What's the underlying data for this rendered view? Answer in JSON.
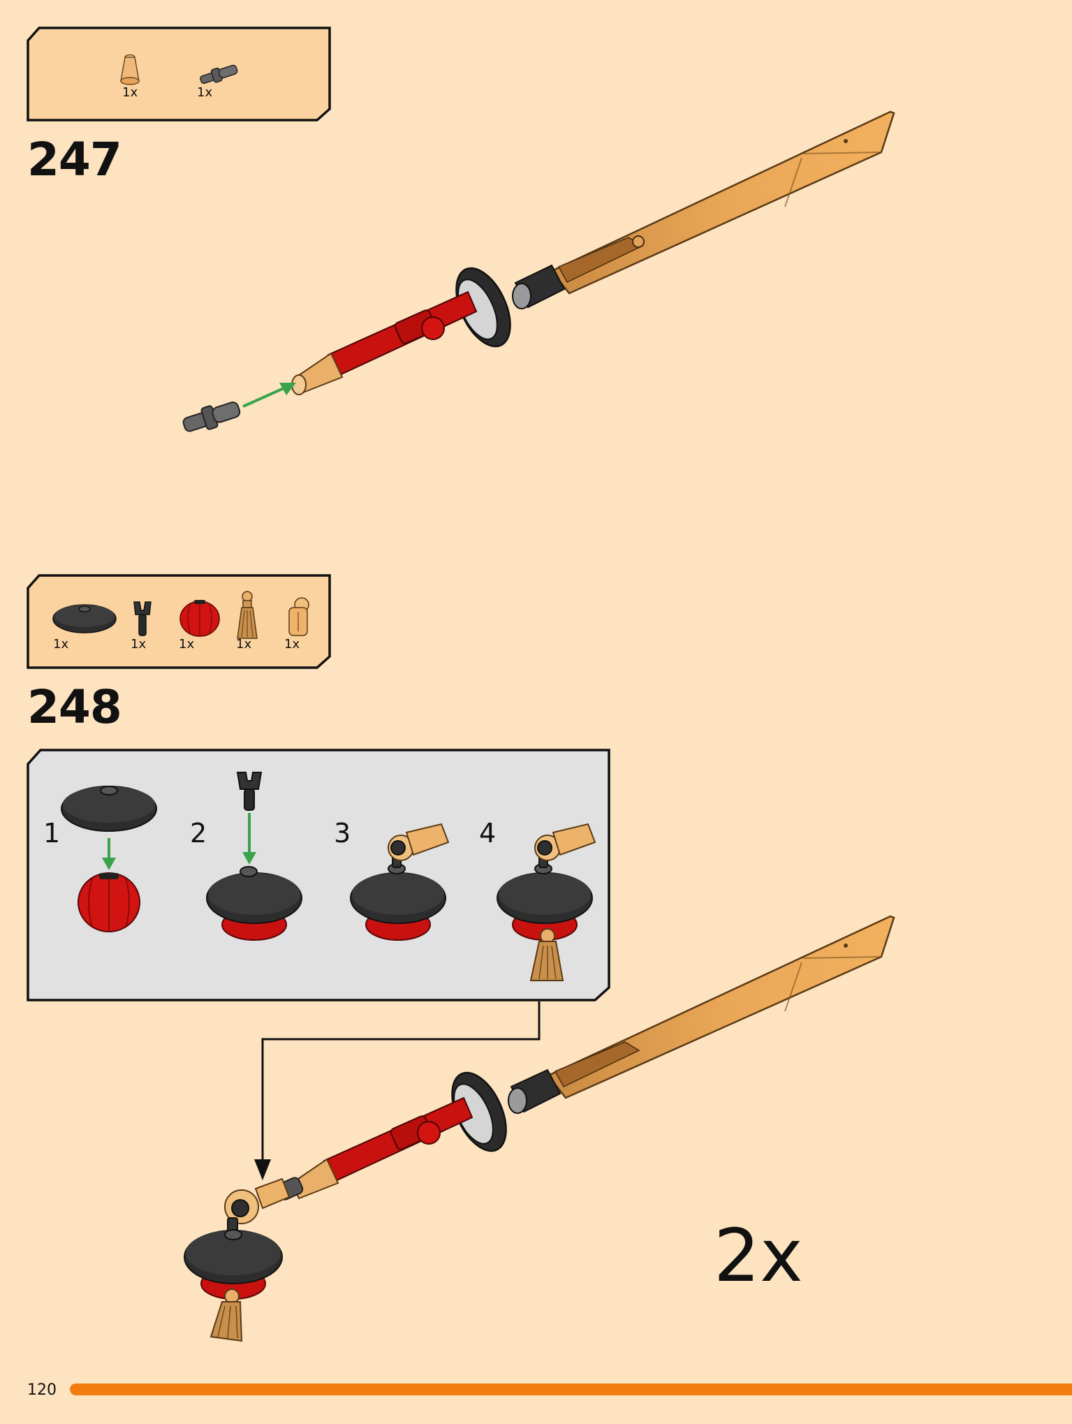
{
  "steps": [
    {
      "number": "247",
      "parts": [
        {
          "icon": "tan-cone-icon",
          "qty": "1x"
        },
        {
          "icon": "gray-pin-icon",
          "qty": "1x"
        }
      ]
    },
    {
      "number": "248",
      "parts": [
        {
          "icon": "black-dish-icon",
          "qty": "1x"
        },
        {
          "icon": "black-clip-icon",
          "qty": "1x"
        },
        {
          "icon": "red-lantern-icon",
          "qty": "1x"
        },
        {
          "icon": "gold-tassel-icon",
          "qty": "1x"
        },
        {
          "icon": "tan-ball-joint-icon",
          "qty": "1x"
        }
      ],
      "substeps": [
        "1",
        "2",
        "3",
        "4"
      ],
      "multiplier": "2x"
    }
  ],
  "page_number": "120",
  "colors": {
    "page_background": "#fde3bf",
    "parts_box_fill": "#fbd3a0",
    "substep_box_fill": "#e1e1e1",
    "accent_bar": "#f07d0d",
    "assembly_arrow": "#3aa34a",
    "blade_gold": "#e8a24e",
    "handle_red": "#c9110f",
    "dark_gray": "#3b3b3b"
  }
}
